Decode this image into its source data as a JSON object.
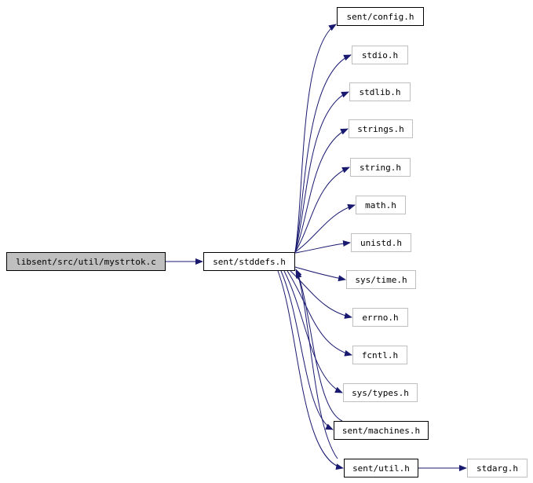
{
  "diagram": {
    "root": "libsent/src/util/mystrtok.c",
    "hub": "sent/stddefs.h",
    "includes": [
      "sent/config.h",
      "stdio.h",
      "stdlib.h",
      "strings.h",
      "string.h",
      "math.h",
      "unistd.h",
      "sys/time.h",
      "errno.h",
      "fcntl.h",
      "sys/types.h",
      "sent/machines.h",
      "sent/util.h"
    ],
    "util_includes": "stdarg.h"
  },
  "colors": {
    "edge": "#191970",
    "root_fill": "#bfbfbf",
    "external_border": "#bfbfbf",
    "documented_border": "#000000"
  }
}
